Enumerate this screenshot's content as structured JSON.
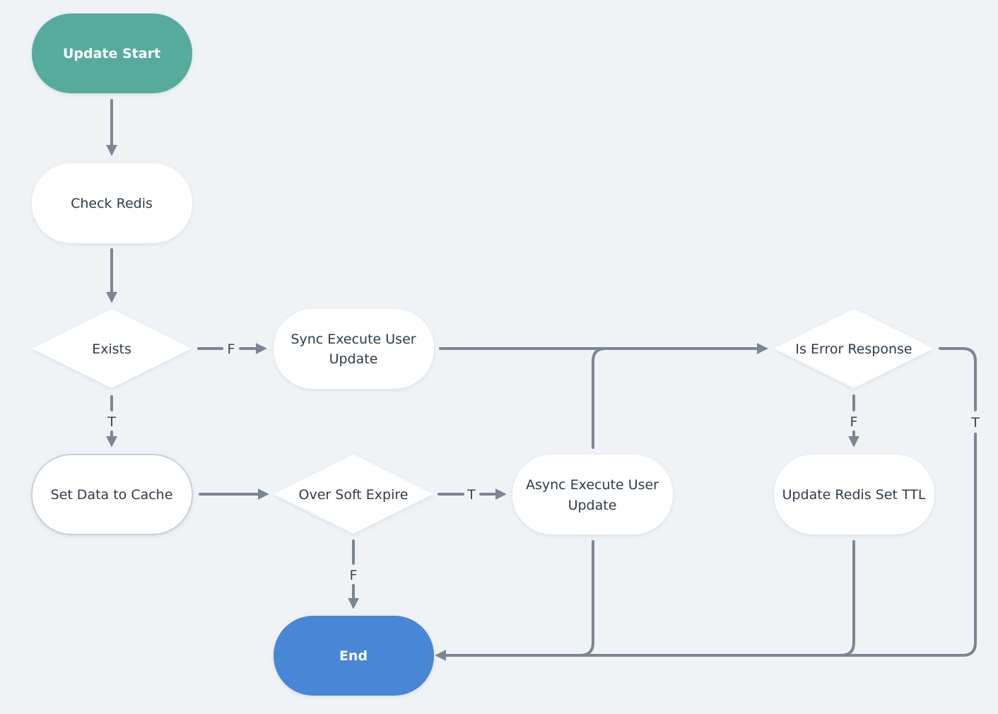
{
  "colors": {
    "background": "#eff3f6",
    "start_fill": "#56ab9c",
    "end_fill": "#4a86d6",
    "node_fill": "#ffffff",
    "connector": "#7b8593",
    "text": "#2f3b48"
  },
  "nodes": {
    "update_start": "Update Start",
    "check_redis": "Check Redis",
    "exists": "Exists",
    "sync_execute": [
      "Sync Execute User",
      "Update"
    ],
    "set_data_cache": "Set Data to Cache",
    "over_soft_expire": "Over Soft Expire",
    "async_execute": [
      "Async Execute User",
      "Update"
    ],
    "is_error_response": "Is Error Response",
    "update_redis_ttl": "Update Redis Set TTL",
    "end": "End"
  },
  "edge_labels": {
    "exists_false": "F",
    "exists_true": "T",
    "soft_expire_true": "T",
    "soft_expire_false": "F",
    "error_false": "F",
    "error_true": "T"
  }
}
